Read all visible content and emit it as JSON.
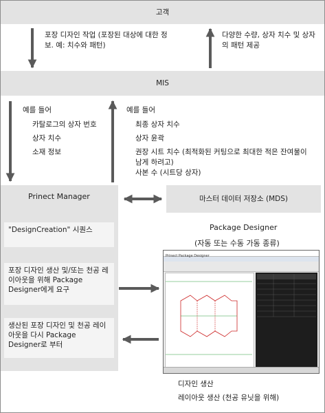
{
  "customer": {
    "label": "고객"
  },
  "customer_to_mis": {
    "text": "포장 디자인 작업 (포장된 대상에 대한 정보. 예: 치수와 패턴)"
  },
  "mis_to_customer": {
    "text": "다양한 수량, 상자 치수 및 상자의 패턴 제공"
  },
  "mis": {
    "label": "MIS"
  },
  "mis_to_prinect": {
    "heading": "예를 들어",
    "items": [
      "카탈로그의 상자 번호",
      "상자 치수",
      "소재 정보"
    ]
  },
  "prinect_to_mis": {
    "heading": "예를 들어",
    "items": [
      "최종 상자 치수",
      "상자 윤곽",
      "권장 시트 치수 (최적화된 커팅으로 최대한 적은 잔여물이 남게 하려고)",
      "사본 수 (시트당 상자)"
    ]
  },
  "prinect": {
    "label": "Prinect Manager",
    "sequence": "\"DesignCreation\" 시퀀스",
    "request": "포장 디자인 생산 및/또는 천공 레이아웃을 위해 Package Designer에게 요구",
    "return": "생산된 포장 디자인 및 천공 레이아웃을 다시 Package Designer로 부터"
  },
  "mds": {
    "label": "마스터 데이터 저장소 (MDS)"
  },
  "package_designer": {
    "title": "Package Designer",
    "subtitle": "(자동 또는 수동 가동 종류)",
    "window_title": "Prinect Package Designer",
    "outputs": [
      "디자인 생산",
      "레이아웃 생산 (천공 유닛을 위해)"
    ]
  },
  "colors": {
    "band": "#e3e3e3",
    "inner_box": "#f4f4f4",
    "arrow": "#5a5a5a",
    "diecut_red": "#cc2222",
    "diecut_green": "#2a9a3a"
  }
}
